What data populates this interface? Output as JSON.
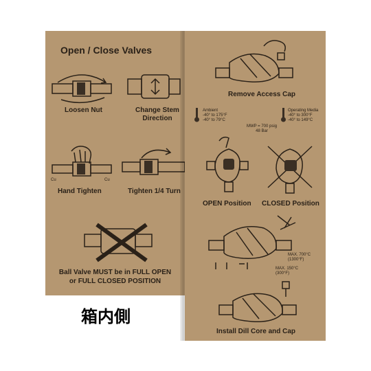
{
  "left": {
    "title": "Open / Close Valves",
    "steps": [
      {
        "label": "Loosen Nut"
      },
      {
        "label": "Change Stem",
        "label2": "Direction"
      },
      {
        "label": "Hand Tighten",
        "cu_left": "Cu",
        "cu_right": "Cu"
      },
      {
        "label": "Tighten 1/4 Turn"
      }
    ],
    "warning_line1": "Ball Valve MUST be in FULL OPEN",
    "warning_line2": "or FULL CLOSED POSITION"
  },
  "right": {
    "remove_cap": "Remove Access Cap",
    "ambient": {
      "label": "Ambient",
      "f": "-40° to 175°F",
      "c": "-40° to 79°C"
    },
    "operating": {
      "label": "Operating Media",
      "f": "-40° to 300°F",
      "c": "-40° to 149°C"
    },
    "mwp": {
      "line1": "MWP = 700 psig",
      "line2": "48 Bar"
    },
    "open_position": "OPEN Position",
    "closed_position": "CLOSED Position",
    "max1": {
      "line1": "MAX. 700°C",
      "line2": "(1300°F)"
    },
    "max2": {
      "line1": "MAX. 150°C",
      "line2": "(300°F)"
    },
    "install": "Install Dill Core and Cap"
  },
  "caption": "箱内側"
}
